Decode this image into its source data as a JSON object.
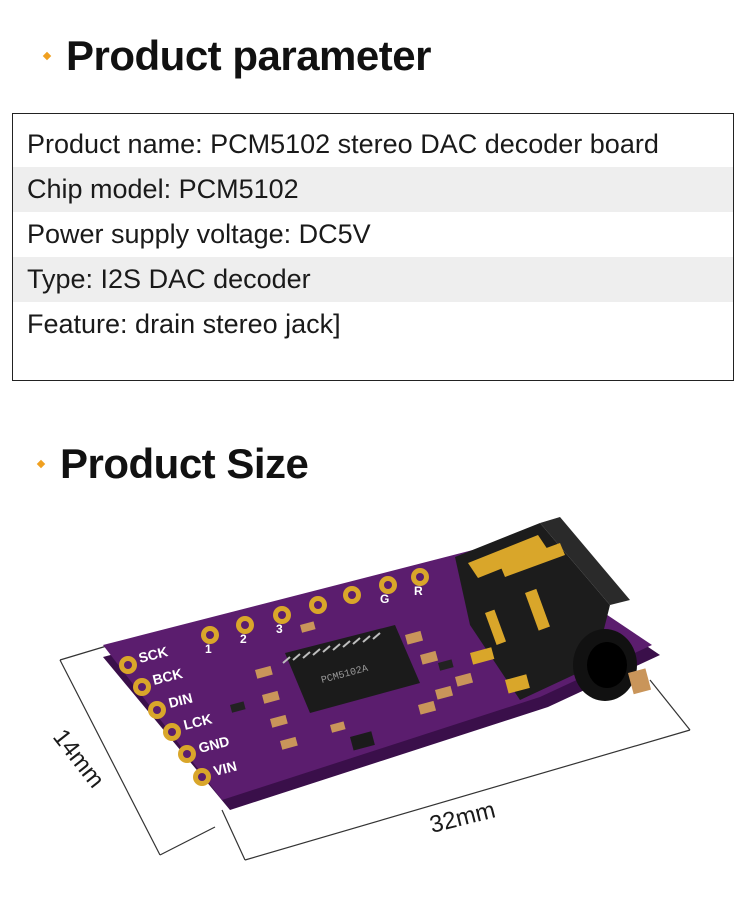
{
  "sections": {
    "parameter_title": "Product parameter",
    "size_title": "Product Size"
  },
  "params": [
    {
      "text": "Product name: PCM5102 stereo DAC decoder board"
    },
    {
      "text": "Chip model: PCM5102"
    },
    {
      "text": "Power supply voltage: DC5V"
    },
    {
      "text": "Type: I2S DAC decoder"
    },
    {
      "text": "Feature: drain stereo jack]"
    }
  ],
  "board": {
    "pins": [
      "SCK",
      "BCK",
      "DIN",
      "LCK",
      "GND",
      "VIN"
    ],
    "top_labels": [
      "1",
      "2",
      "3",
      "G",
      "R"
    ],
    "chip_text": "PCM5102A",
    "width_label": "32mm",
    "height_label": "14mm"
  },
  "colors": {
    "accent": "#f0a020",
    "pcb": "#5b1d6e",
    "gold": "#d9a62a"
  }
}
